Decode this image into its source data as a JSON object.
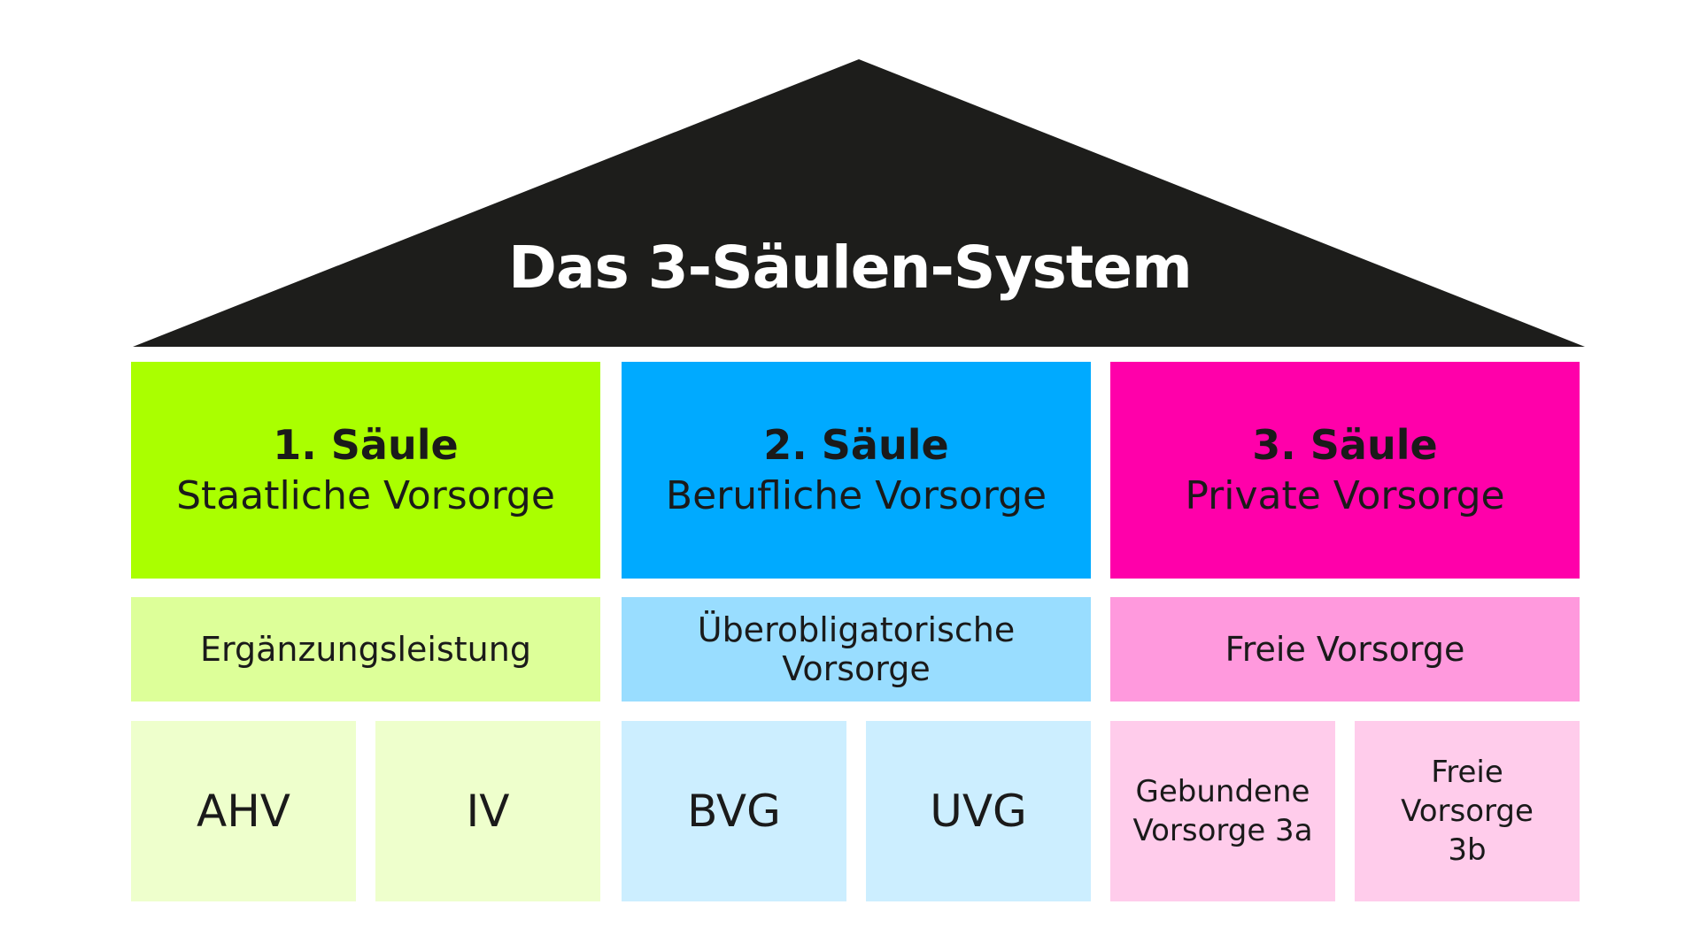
{
  "title": "Das 3-Säulen-System",
  "colors": {
    "roof": "#1d1d1b",
    "pillar1_head": "#aaff00",
    "pillar1_mid": "#ddff99",
    "pillar1_leaf": "#eeffcc",
    "pillar2_head": "#00aaff",
    "pillar2_mid": "#99ddff",
    "pillar2_leaf": "#cceeff",
    "pillar3_head": "#ff00aa",
    "pillar3_mid": "#ff99dd",
    "pillar3_leaf": "#ffcceb"
  },
  "pillars": [
    {
      "number": "1. Säule",
      "subtitle": "Staatliche Vorsorge",
      "middle": "Ergänzungsleistung",
      "leaves": [
        "AHV",
        "IV"
      ]
    },
    {
      "number": "2. Säule",
      "subtitle": "Berufliche Vorsorge",
      "middle": "Überobligatorische Vorsorge",
      "leaves": [
        "BVG",
        "UVG"
      ]
    },
    {
      "number": "3. Säule",
      "subtitle": "Private Vorsorge",
      "middle": "Freie Vorsorge",
      "leaves_lines": [
        [
          "Gebundene",
          "Vorsorge 3a"
        ],
        [
          "Freie Vorsorge",
          "3b"
        ]
      ]
    }
  ]
}
